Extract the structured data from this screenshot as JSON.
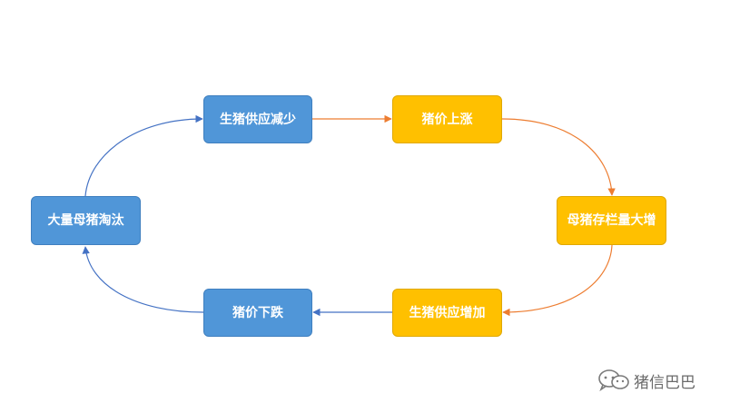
{
  "colors": {
    "blue_node": "#5096d8",
    "yellow_node": "#ffc000",
    "blue_arrow": "#4472c4",
    "orange_arrow": "#ed7d31"
  },
  "nodes": {
    "supply_decrease": "生猪供应减少",
    "price_rise": "猪价上涨",
    "sow_inventory_increase": "母猪存栏量大增",
    "supply_increase": "生猪供应增加",
    "price_fall": "猪价下跌",
    "sow_culling": "大量母猪淘汰"
  },
  "watermark": {
    "text": "猪信巴巴",
    "icon": "wechat-bubble-icon"
  }
}
